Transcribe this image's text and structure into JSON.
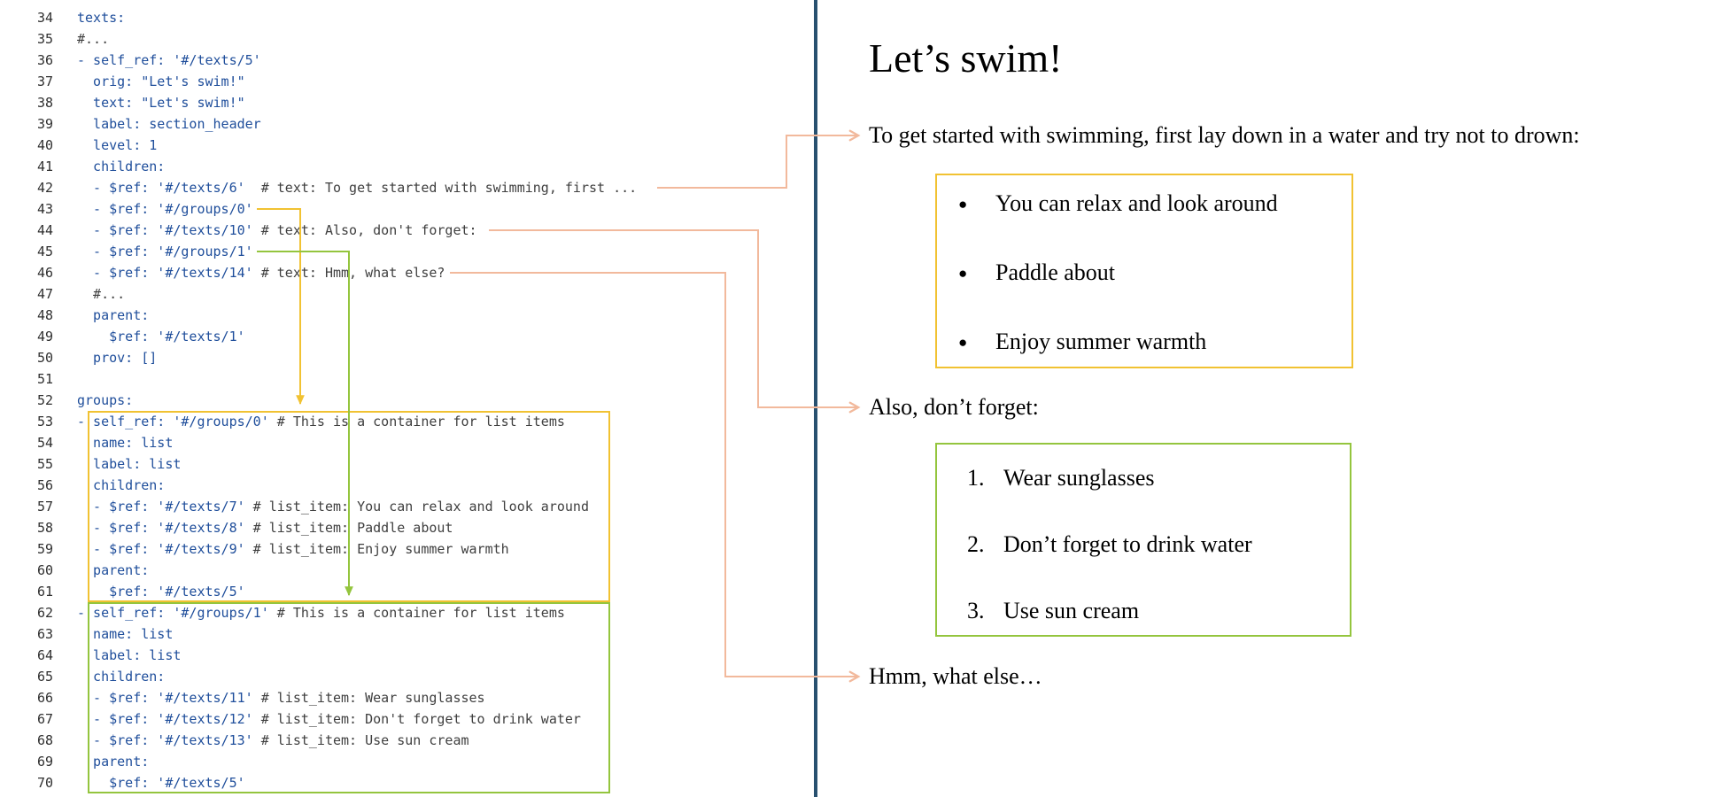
{
  "colors": {
    "background": "#ffffff",
    "code_text": "#1f4e9b",
    "comment_text": "#3f3f3f",
    "line_number": "#2f2f2f",
    "arrow_salmon": "#f2b99c",
    "accent_yellow": "#f1c232",
    "accent_green": "#94c53e",
    "divider": "#28506f"
  },
  "code_panel": {
    "lines": [
      {
        "n": "34",
        "parts": [
          [
            "texts:",
            "c"
          ]
        ]
      },
      {
        "n": "35",
        "parts": [
          [
            "#...",
            "m"
          ]
        ]
      },
      {
        "n": "36",
        "parts": [
          [
            "- self_ref: '#/texts/5'",
            "c"
          ]
        ]
      },
      {
        "n": "37",
        "parts": [
          [
            "  orig: \"Let's swim!\"",
            "c"
          ]
        ]
      },
      {
        "n": "38",
        "parts": [
          [
            "  text: \"Let's swim!\"",
            "c"
          ]
        ]
      },
      {
        "n": "39",
        "parts": [
          [
            "  label: section_header",
            "c"
          ]
        ]
      },
      {
        "n": "40",
        "parts": [
          [
            "  level: 1",
            "c"
          ]
        ]
      },
      {
        "n": "41",
        "parts": [
          [
            "  children:",
            "c"
          ]
        ]
      },
      {
        "n": "42",
        "parts": [
          [
            "  - $ref: '#/texts/6'",
            "c"
          ],
          [
            "  # text: To get started with swimming, first ...",
            "m"
          ]
        ]
      },
      {
        "n": "43",
        "parts": [
          [
            "  - $ref: '#/groups/0'",
            "c"
          ]
        ]
      },
      {
        "n": "44",
        "parts": [
          [
            "  - $ref: '#/texts/10'",
            "c"
          ],
          [
            " # text: Also, don't forget:",
            "m"
          ]
        ]
      },
      {
        "n": "45",
        "parts": [
          [
            "  - $ref: '#/groups/1'",
            "c"
          ]
        ]
      },
      {
        "n": "46",
        "parts": [
          [
            "  - $ref: '#/texts/14'",
            "c"
          ],
          [
            " # text: Hmm, what else?",
            "m"
          ]
        ]
      },
      {
        "n": "47",
        "parts": [
          [
            "  #...",
            "m"
          ]
        ]
      },
      {
        "n": "48",
        "parts": [
          [
            "  parent:",
            "c"
          ]
        ]
      },
      {
        "n": "49",
        "parts": [
          [
            "    $ref: '#/texts/1'",
            "c"
          ]
        ]
      },
      {
        "n": "50",
        "parts": [
          [
            "  prov: []",
            "c"
          ]
        ]
      },
      {
        "n": "51",
        "parts": []
      },
      {
        "n": "52",
        "parts": [
          [
            "groups:",
            "c"
          ]
        ]
      },
      {
        "n": "53",
        "parts": [
          [
            "- self_ref: '#/groups/0'",
            "c"
          ],
          [
            " # This is a container for list items",
            "m"
          ]
        ]
      },
      {
        "n": "54",
        "parts": [
          [
            "  name: list",
            "c"
          ]
        ]
      },
      {
        "n": "55",
        "parts": [
          [
            "  label: list",
            "c"
          ]
        ]
      },
      {
        "n": "56",
        "parts": [
          [
            "  children:",
            "c"
          ]
        ]
      },
      {
        "n": "57",
        "parts": [
          [
            "  - $ref: '#/texts/7'",
            "c"
          ],
          [
            " # list_item: You can relax and look around",
            "m"
          ]
        ]
      },
      {
        "n": "58",
        "parts": [
          [
            "  - $ref: '#/texts/8'",
            "c"
          ],
          [
            " # list_item: Paddle about",
            "m"
          ]
        ]
      },
      {
        "n": "59",
        "parts": [
          [
            "  - $ref: '#/texts/9'",
            "c"
          ],
          [
            " # list_item: Enjoy summer warmth",
            "m"
          ]
        ]
      },
      {
        "n": "60",
        "parts": [
          [
            "  parent:",
            "c"
          ]
        ]
      },
      {
        "n": "61",
        "parts": [
          [
            "    $ref: '#/texts/5'",
            "c"
          ]
        ]
      },
      {
        "n": "62",
        "parts": [
          [
            "- self_ref: '#/groups/1'",
            "c"
          ],
          [
            " # This is a container for list items",
            "m"
          ]
        ]
      },
      {
        "n": "63",
        "parts": [
          [
            "  name: list",
            "c"
          ]
        ]
      },
      {
        "n": "64",
        "parts": [
          [
            "  label: list",
            "c"
          ]
        ]
      },
      {
        "n": "65",
        "parts": [
          [
            "  children:",
            "c"
          ]
        ]
      },
      {
        "n": "66",
        "parts": [
          [
            "  - $ref: '#/texts/11'",
            "c"
          ],
          [
            " # list_item: Wear sunglasses",
            "m"
          ]
        ]
      },
      {
        "n": "67",
        "parts": [
          [
            "  - $ref: '#/texts/12'",
            "c"
          ],
          [
            " # list_item: Don't forget to drink water",
            "m"
          ]
        ]
      },
      {
        "n": "68",
        "parts": [
          [
            "  - $ref: '#/texts/13'",
            "c"
          ],
          [
            " # list_item: Use sun cream",
            "m"
          ]
        ]
      },
      {
        "n": "69",
        "parts": [
          [
            "  parent:",
            "c"
          ]
        ]
      },
      {
        "n": "70",
        "parts": [
          [
            "    $ref: '#/texts/5'",
            "c"
          ]
        ]
      }
    ]
  },
  "preview": {
    "title": "Let’s swim!",
    "paragraph_1": "To get started with swimming, first lay down in a water and try not to drown:",
    "bullet_list": {
      "marker": "●",
      "items": [
        "You can relax and look around",
        "Paddle about",
        "Enjoy summer warmth"
      ]
    },
    "paragraph_2": "Also, don’t forget:",
    "numbered_list": {
      "items": [
        {
          "marker": "1.",
          "text": "Wear sunglasses"
        },
        {
          "marker": "2.",
          "text": "Don’t forget to drink water"
        },
        {
          "marker": "3.",
          "text": "Use sun cream"
        }
      ]
    },
    "paragraph_3": "Hmm, what else…"
  }
}
